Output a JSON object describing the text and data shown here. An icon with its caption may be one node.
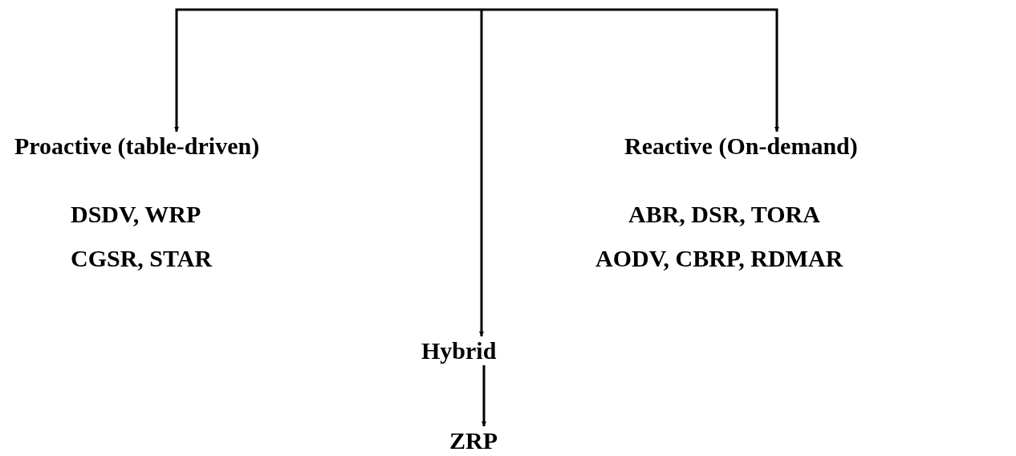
{
  "diagram": {
    "nodes": [
      {
        "text": [
          "Proactive (table-driven)"
        ],
        "beside": [
          "DSDV, WRP",
          "CGSR, STAR"
        ]
      },
      {
        "text": [
          "Hybrid"
        ]
      },
      {
        "text": [
          "Reactive (On-demand)"
        ],
        "beside": [
          "ABR, DSR, TORA",
          "AODV, CBRP, RDMAR"
        ]
      },
      {
        "text": [
          "ZRP"
        ]
      }
    ],
    "edges": [
      {
        "from": null,
        "to": 0,
        "arrow": "to"
      },
      {
        "from": null,
        "to": 1,
        "arrow": "to"
      },
      {
        "from": null,
        "to": 2,
        "arrow": "to"
      },
      {
        "from": 1,
        "to": 3,
        "arrow": "to"
      }
    ]
  }
}
